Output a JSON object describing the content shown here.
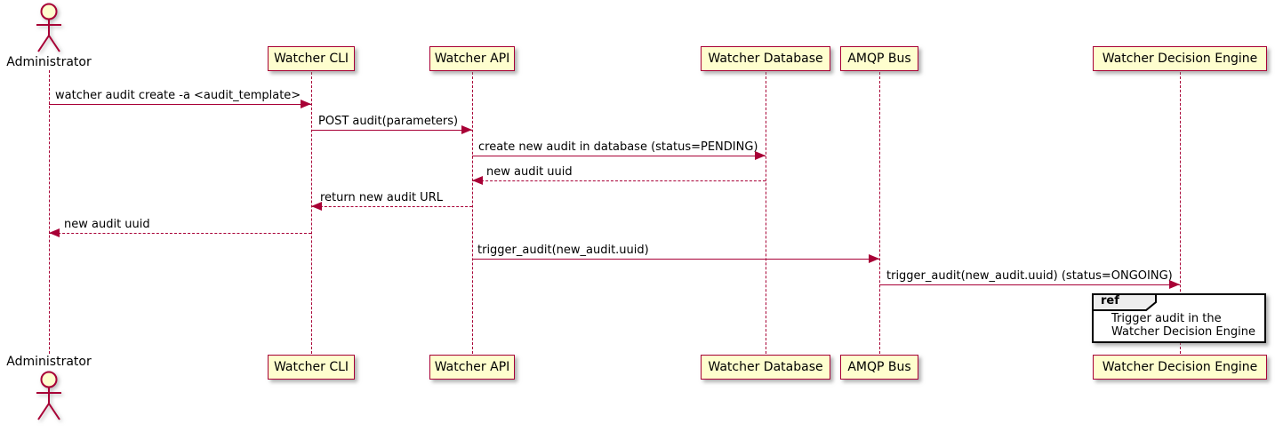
{
  "diagram": {
    "type": "sequence",
    "participants": [
      {
        "name": "Administrator",
        "kind": "actor"
      },
      {
        "name": "Watcher CLI",
        "kind": "participant"
      },
      {
        "name": "Watcher API",
        "kind": "participant"
      },
      {
        "name": "Watcher Database",
        "kind": "participant"
      },
      {
        "name": "AMQP Bus",
        "kind": "participant"
      },
      {
        "name": "Watcher Decision Engine",
        "kind": "participant"
      }
    ],
    "messages": [
      {
        "from": "Administrator",
        "to": "Watcher CLI",
        "label": "watcher audit create -a <audit_template>",
        "line": "solid"
      },
      {
        "from": "Watcher CLI",
        "to": "Watcher API",
        "label": "POST audit(parameters)",
        "line": "solid"
      },
      {
        "from": "Watcher API",
        "to": "Watcher Database",
        "label": "create new audit in database (status=PENDING)",
        "line": "solid"
      },
      {
        "from": "Watcher Database",
        "to": "Watcher API",
        "label": "new audit uuid",
        "line": "dashed"
      },
      {
        "from": "Watcher API",
        "to": "Watcher CLI",
        "label": "return new audit URL",
        "line": "dashed"
      },
      {
        "from": "Watcher CLI",
        "to": "Administrator",
        "label": "new audit uuid",
        "line": "dashed"
      },
      {
        "from": "Watcher API",
        "to": "AMQP Bus",
        "label": "trigger_audit(new_audit.uuid)",
        "line": "solid"
      },
      {
        "from": "AMQP Bus",
        "to": "Watcher Decision Engine",
        "label": "trigger_audit(new_audit.uuid) (status=ONGOING)",
        "line": "solid"
      }
    ],
    "ref": {
      "keyword": "ref",
      "lines": [
        "Trigger audit in the",
        "Watcher Decision Engine"
      ]
    }
  },
  "colors": {
    "participant_fill": "#FEFECE",
    "participant_border": "#A80036",
    "arrow": "#A80036",
    "lifeline": "#A80036",
    "text": "#000000",
    "ref_border": "#000000",
    "ref_tab_fill": "#EEEEEE",
    "background": "#FFFFFF"
  }
}
